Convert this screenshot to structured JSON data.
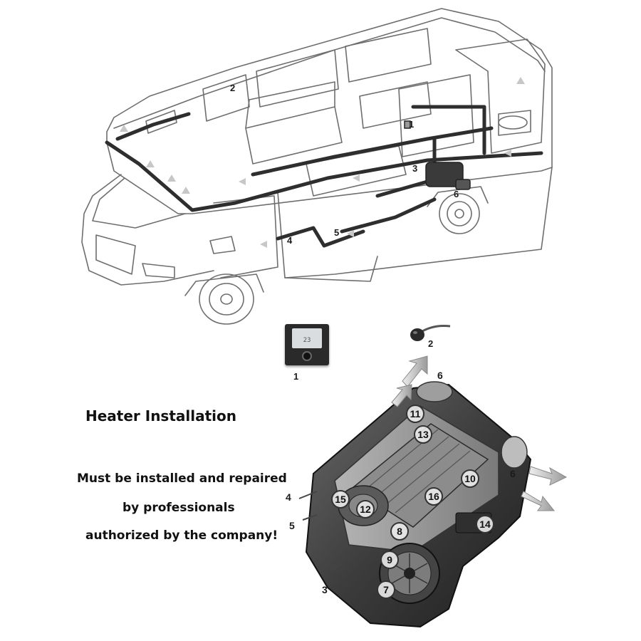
{
  "heading": "Heater Installation",
  "notice": {
    "line1": "Must be installed and repaired",
    "line2": "by professionals",
    "line3": "authorized by the company!"
  },
  "controller_display_value": "23",
  "camper_labels": [
    "1",
    "2",
    "3",
    "4",
    "5",
    "6"
  ],
  "part_labels": {
    "controller": "1",
    "sensor": "2"
  },
  "heater_labels": [
    "3",
    "4",
    "5",
    "6",
    "6",
    "7",
    "8",
    "9",
    "10",
    "11",
    "12",
    "13",
    "14",
    "15",
    "16"
  ]
}
